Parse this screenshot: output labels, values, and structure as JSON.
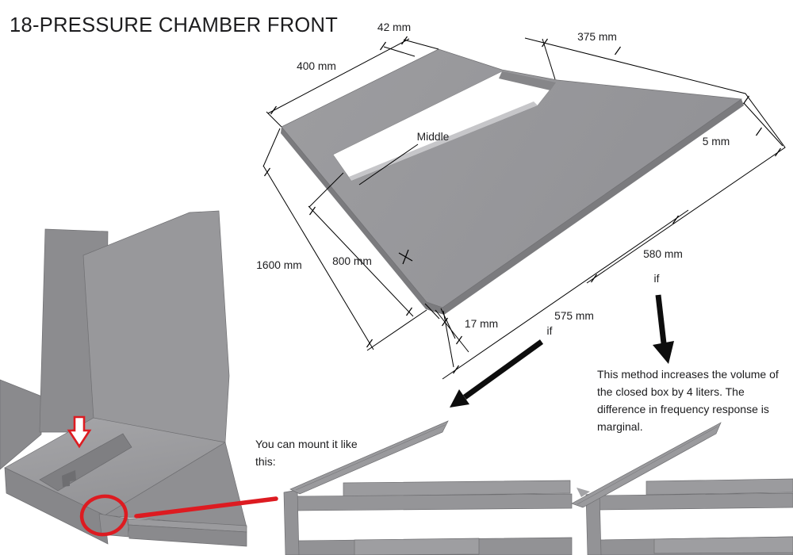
{
  "title": "18-PRESSURE CHAMBER FRONT",
  "panel_labels": {
    "slot_label": "Middle",
    "dim_42": "42 mm",
    "dim_400": "400 mm",
    "dim_375": "375 mm",
    "dim_5": "5 mm",
    "dim_1600": "1600 mm",
    "dim_800": "800 mm",
    "dim_580": "580 mm",
    "dim_575": "575 mm",
    "dim_17": "17 mm",
    "if_label_right": "if",
    "if_label_left": "if"
  },
  "annotations": {
    "mount_caption": "You can mount it like this:",
    "volume_note": "This method increases the volume of the closed box by 4 liters. The difference in frequency response is marginal."
  },
  "colors": {
    "background": "#ffffff",
    "panel_gray": "#98989b",
    "panel_edge_gray": "#7b7b7e",
    "annotation_red": "#dd1b21",
    "arrow_black": "#0d0d0d",
    "line_black": "#000000",
    "text_color": "#1d1d1f"
  }
}
